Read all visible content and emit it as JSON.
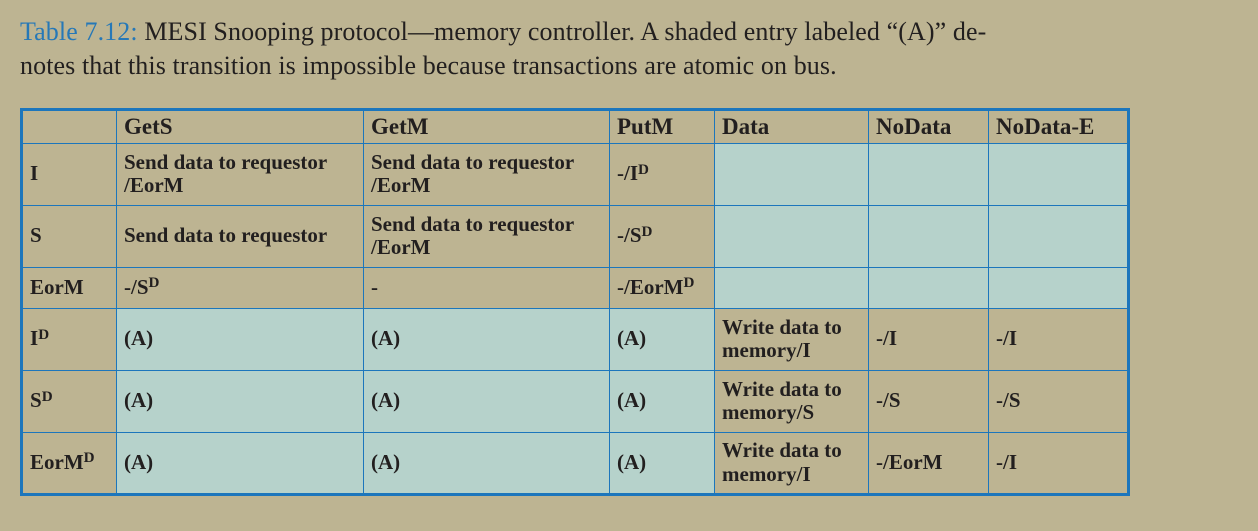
{
  "caption": {
    "label": "Table 7.12:",
    "line1": "MESI Snooping protocol—memory controller. A shaded entry labeled “(A)” de-",
    "line2": "notes that this transition is impossible because transactions are atomic on bus."
  },
  "colors": {
    "page_bg": "#bdb492",
    "shaded_cell": "#b6d2cb",
    "border_blue": "#1c76bc",
    "caption_blue": "#2678b7",
    "text": "#221f1f"
  },
  "table": {
    "columns": [
      "",
      "GetS",
      "GetM",
      "PutM",
      "Data",
      "NoData",
      "NoData-E"
    ],
    "rows": [
      {
        "state": [
          {
            "text": "I"
          }
        ],
        "cells": [
          {
            "segments": [
              {
                "text": "Send data to requestor"
              },
              {
                "br": true
              },
              {
                "text": "/EorM"
              }
            ],
            "shaded": false
          },
          {
            "segments": [
              {
                "text": "Send data to requestor"
              },
              {
                "br": true
              },
              {
                "text": "/EorM"
              }
            ],
            "shaded": false
          },
          {
            "segments": [
              {
                "text": "-/I"
              },
              {
                "text": "D",
                "sup": true
              }
            ],
            "shaded": false
          },
          {
            "segments": [],
            "shaded": true
          },
          {
            "segments": [],
            "shaded": true
          },
          {
            "segments": [],
            "shaded": true
          }
        ]
      },
      {
        "state": [
          {
            "text": "S"
          }
        ],
        "cells": [
          {
            "segments": [
              {
                "text": "Send data to requestor"
              }
            ],
            "shaded": false
          },
          {
            "segments": [
              {
                "text": "Send data to requestor"
              },
              {
                "br": true
              },
              {
                "text": "/EorM"
              }
            ],
            "shaded": false
          },
          {
            "segments": [
              {
                "text": "-/S"
              },
              {
                "text": "D",
                "sup": true
              }
            ],
            "shaded": false
          },
          {
            "segments": [],
            "shaded": true
          },
          {
            "segments": [],
            "shaded": true
          },
          {
            "segments": [],
            "shaded": true
          }
        ]
      },
      {
        "state": [
          {
            "text": "EorM"
          }
        ],
        "cells": [
          {
            "segments": [
              {
                "text": "-/S"
              },
              {
                "text": "D",
                "sup": true
              }
            ],
            "shaded": false
          },
          {
            "segments": [
              {
                "text": "-"
              }
            ],
            "shaded": false
          },
          {
            "segments": [
              {
                "text": "-/EorM"
              },
              {
                "text": "D",
                "sup": true
              }
            ],
            "shaded": false
          },
          {
            "segments": [],
            "shaded": true
          },
          {
            "segments": [],
            "shaded": true
          },
          {
            "segments": [],
            "shaded": true
          }
        ]
      },
      {
        "state": [
          {
            "text": "I"
          },
          {
            "text": "D",
            "sup": true
          }
        ],
        "cells": [
          {
            "segments": [
              {
                "text": "(A)"
              }
            ],
            "shaded": true
          },
          {
            "segments": [
              {
                "text": "(A)"
              }
            ],
            "shaded": true
          },
          {
            "segments": [
              {
                "text": "(A)"
              }
            ],
            "shaded": true
          },
          {
            "segments": [
              {
                "text": "Write data to"
              },
              {
                "br": true
              },
              {
                "text": "memory/I"
              }
            ],
            "shaded": false
          },
          {
            "segments": [
              {
                "text": "-/I"
              }
            ],
            "shaded": false
          },
          {
            "segments": [
              {
                "text": "-/I"
              }
            ],
            "shaded": false
          }
        ]
      },
      {
        "state": [
          {
            "text": "S"
          },
          {
            "text": "D",
            "sup": true
          }
        ],
        "cells": [
          {
            "segments": [
              {
                "text": "(A)"
              }
            ],
            "shaded": true
          },
          {
            "segments": [
              {
                "text": "(A)"
              }
            ],
            "shaded": true
          },
          {
            "segments": [
              {
                "text": "(A)"
              }
            ],
            "shaded": true
          },
          {
            "segments": [
              {
                "text": "Write data to"
              },
              {
                "br": true
              },
              {
                "text": "memory/S"
              }
            ],
            "shaded": false
          },
          {
            "segments": [
              {
                "text": "-/S"
              }
            ],
            "shaded": false
          },
          {
            "segments": [
              {
                "text": "-/S"
              }
            ],
            "shaded": false
          }
        ]
      },
      {
        "state": [
          {
            "text": "EorM"
          },
          {
            "text": "D",
            "sup": true
          }
        ],
        "cells": [
          {
            "segments": [
              {
                "text": "(A)"
              }
            ],
            "shaded": true
          },
          {
            "segments": [
              {
                "text": "(A)"
              }
            ],
            "shaded": true
          },
          {
            "segments": [
              {
                "text": "(A)"
              }
            ],
            "shaded": true
          },
          {
            "segments": [
              {
                "text": "Write data to"
              },
              {
                "br": true
              },
              {
                "text": "memory/I"
              }
            ],
            "shaded": false
          },
          {
            "segments": [
              {
                "text": "-/EorM"
              }
            ],
            "shaded": false
          },
          {
            "segments": [
              {
                "text": "-/I"
              }
            ],
            "shaded": false
          }
        ]
      }
    ]
  }
}
